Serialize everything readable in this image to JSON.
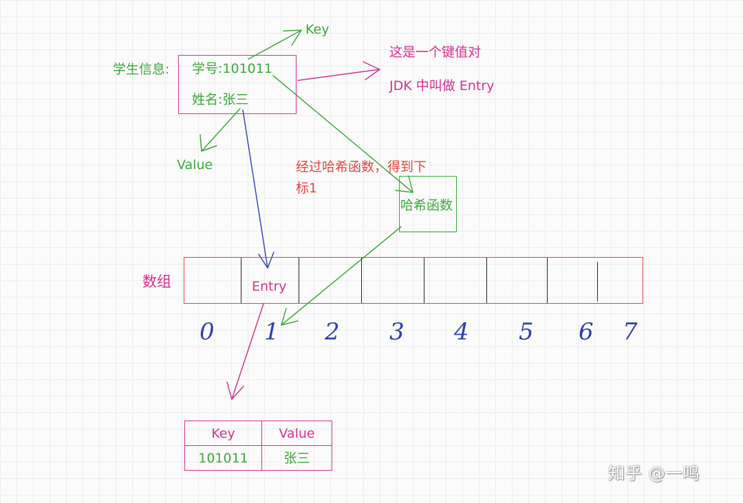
{
  "labels": {
    "key_top": "Key",
    "student_info": "学生信息:",
    "student_id": "学号:101011",
    "student_name": "姓名:张三",
    "kv_note_line1": "这是一个键值对",
    "kv_note_line2": "JDK 中叫做 Entry",
    "value_label": "Value",
    "hash_note_line1": "经过哈希函数，得到下",
    "hash_note_line2": "标1",
    "hash_box": "哈希函数",
    "array_label": "数组",
    "entry_cell": "Entry"
  },
  "indices": [
    "0",
    "1",
    "2",
    "3",
    "4",
    "5",
    "6",
    "7"
  ],
  "entry_table": {
    "headers": [
      "Key",
      "Value"
    ],
    "row": [
      "101011",
      "张三"
    ]
  },
  "watermark": "知乎 @一鸣",
  "colors": {
    "green": "#3aa83a",
    "magenta": "#d4308f",
    "red": "#e2453e",
    "blue": "#3a46b8"
  }
}
